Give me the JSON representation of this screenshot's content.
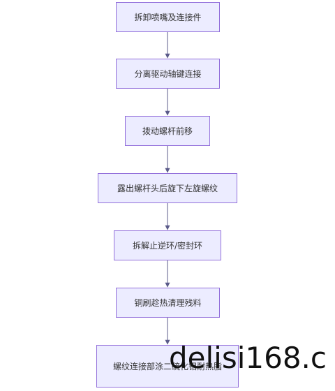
{
  "diagram": {
    "steps": [
      "拆卸喷嘴及连接件",
      "分离驱动轴键连接",
      "拨动螺杆前移",
      "露出螺杆头后旋下左旋螺纹",
      "拆解止逆环/密封环",
      "铜刷趁热清理残料",
      "螺纹连接部涂二硫化钼耐热脂"
    ],
    "colors": {
      "node_fill": "#ececff",
      "node_border": "#9370db",
      "edge": "#5b5b8a",
      "text": "#333333"
    }
  },
  "watermark": "delisi168.c"
}
